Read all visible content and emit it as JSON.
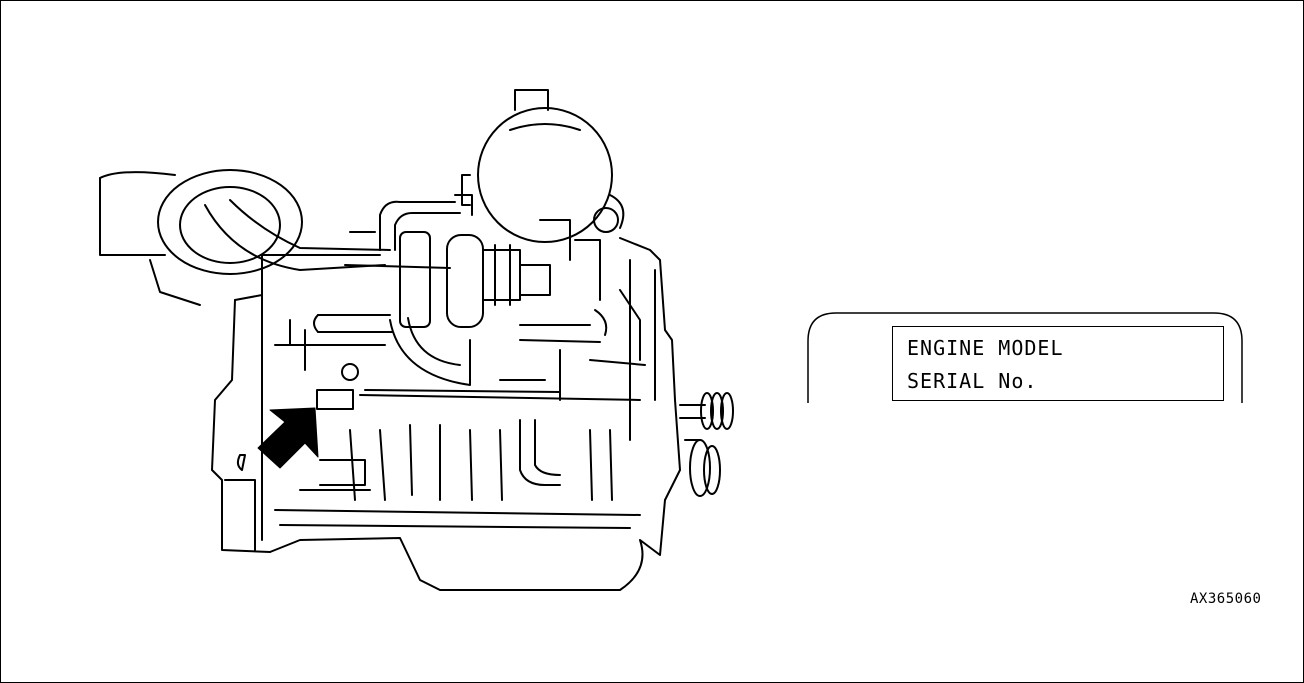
{
  "figure": {
    "code": "AX365060"
  },
  "nameplate": {
    "line_1": "ENGINE MODEL",
    "line_2": "SERIAL No."
  },
  "callout": {
    "arrow_icon": "arrow-up-right-icon",
    "target": "engine-nameplate-location"
  },
  "colors": {
    "line": "#000000",
    "background": "#ffffff"
  }
}
